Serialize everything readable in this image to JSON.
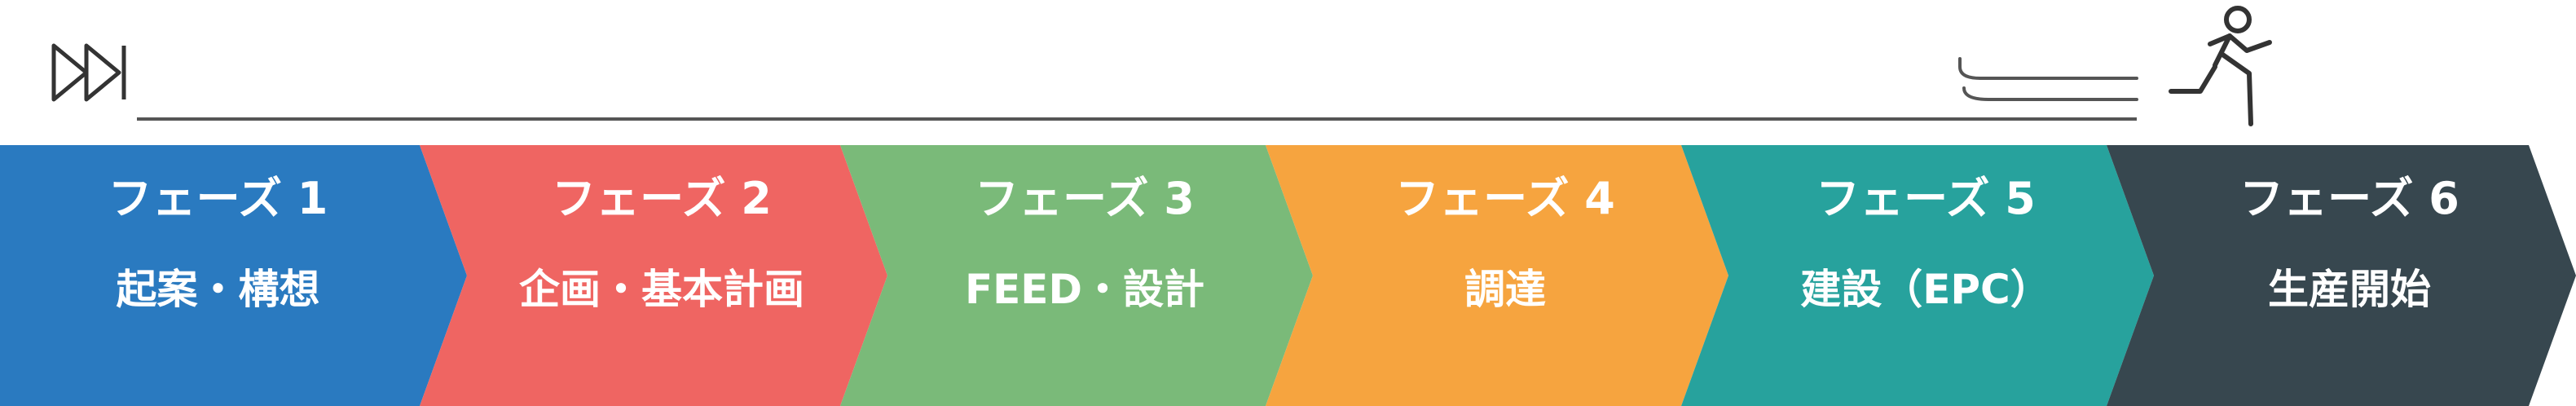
{
  "phases": [
    {
      "phase": "フェーズ 1",
      "name": "起案・構想",
      "color": "#2a7ac0"
    },
    {
      "phase": "フェーズ 2",
      "name": "企画・基本計画",
      "color": "#ef6562"
    },
    {
      "phase": "フェーズ 3",
      "name": "FEED・設計",
      "color": "#7aba79"
    },
    {
      "phase": "フェーズ 4",
      "name": "調達",
      "color": "#f6a43f"
    },
    {
      "phase": "フェーズ 5",
      "name": "建設（EPC）",
      "color": "#27a29d"
    },
    {
      "phase": "フェーズ 6",
      "name": "生産開始",
      "color": "#37474f"
    }
  ],
  "icons": {
    "left": "fast-forward-icon",
    "right": "running-person-icon"
  }
}
